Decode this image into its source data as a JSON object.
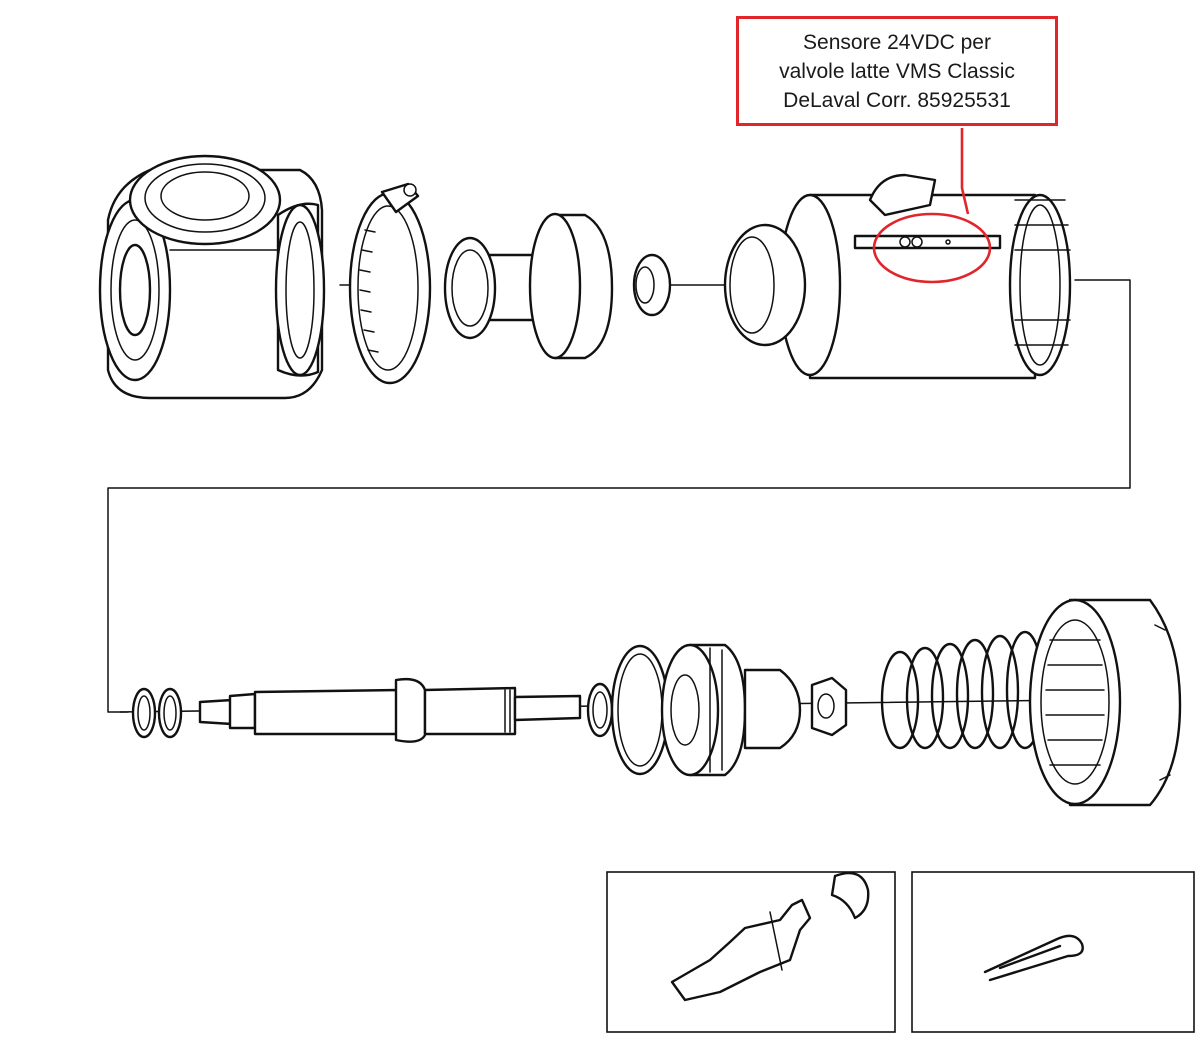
{
  "callout": {
    "lines": [
      "Sensore 24VDC per",
      "valvole latte VMS Classic",
      "DeLaval Corr. 85925531"
    ]
  },
  "colors": {
    "highlight": "#e0252b",
    "linework": "#111111",
    "background": "#ffffff"
  }
}
